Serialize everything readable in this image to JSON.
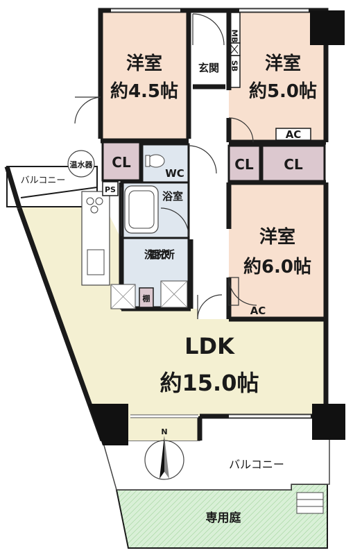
{
  "rooms": {
    "western_1": {
      "name": "洋室",
      "size": "約4.5帖"
    },
    "western_2": {
      "name": "洋室",
      "size": "約5.0帖"
    },
    "western_3": {
      "name": "洋室",
      "size": "約6.0帖"
    },
    "ldk": {
      "name": "LDK",
      "size": "約15.0帖"
    }
  },
  "labels": {
    "entrance": "玄関",
    "mb": "MB",
    "sb": "SB",
    "ac_top": "AC",
    "ac_bottom": "AC",
    "cl_1": "CL",
    "cl_2": "CL",
    "cl_3": "CL",
    "wc": "WC",
    "water_heater": "温水器",
    "balcony_top": "バルコニー",
    "ps": "PS",
    "bath": "浴室",
    "washroom": "洗面脱衣所",
    "shelf": "棚",
    "balcony_bottom": "バルコニー",
    "garden": "専用庭",
    "north": "N"
  },
  "colors": {
    "wall": "#1a1a1a",
    "western_room": "#f8e0cf",
    "ldk": "#f4f0d2",
    "wet_area": "#dfe7ef",
    "closet": "#dcc8cf",
    "garden": "#d7efd6",
    "corridor": "#ffffff"
  }
}
